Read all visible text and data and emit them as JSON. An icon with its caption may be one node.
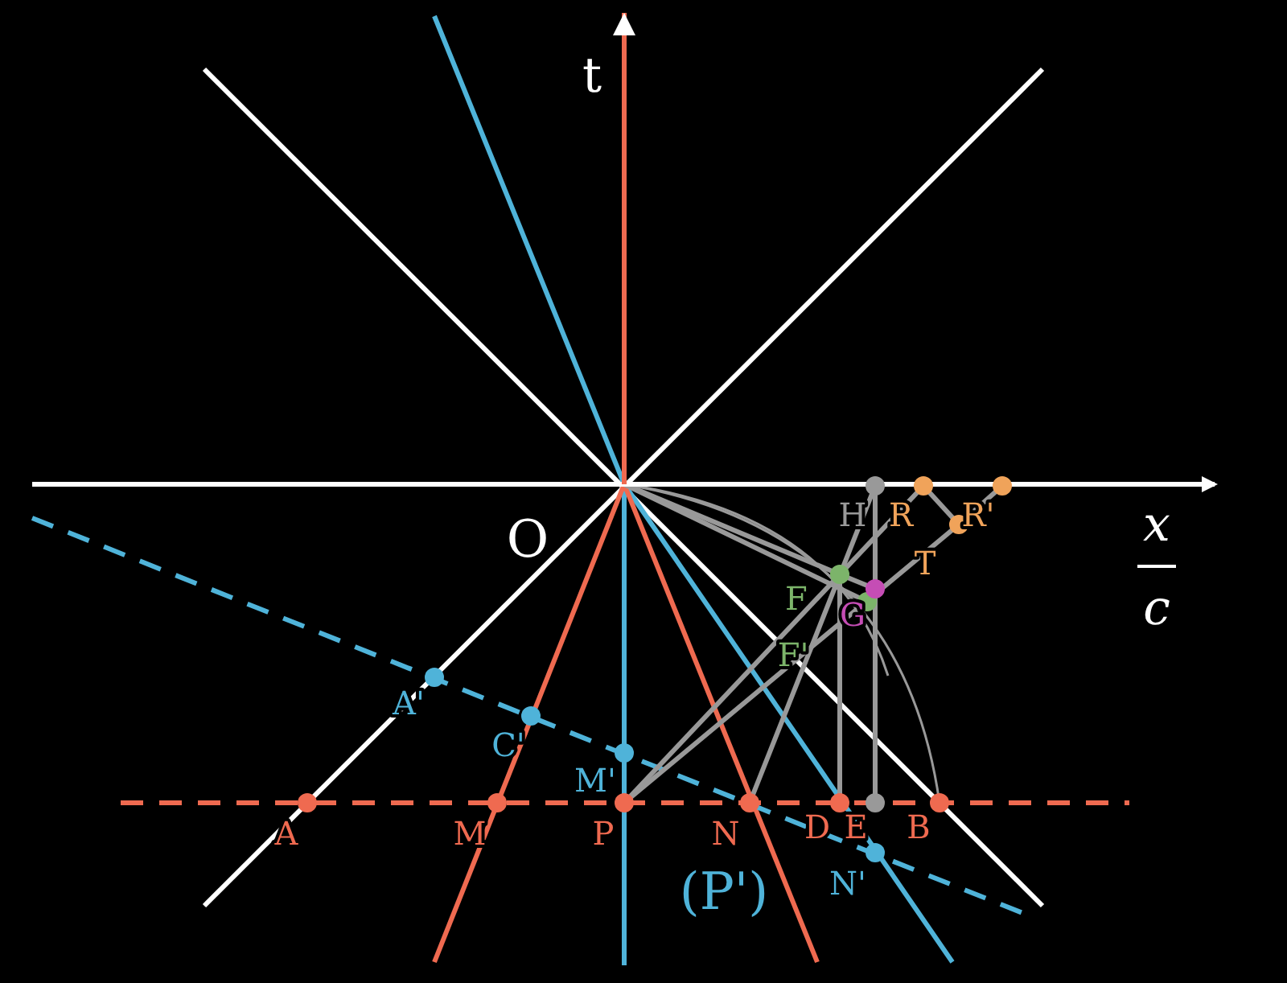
{
  "diagram": {
    "labels": [
      "t",
      "H",
      "R",
      "R'",
      "O",
      "x",
      "T",
      "F",
      "G",
      "c",
      "F'",
      "A'",
      "C'",
      "M'",
      "A",
      "M",
      "P",
      "N",
      "D",
      "E",
      "B",
      "N'",
      "(P')"
    ]
  }
}
